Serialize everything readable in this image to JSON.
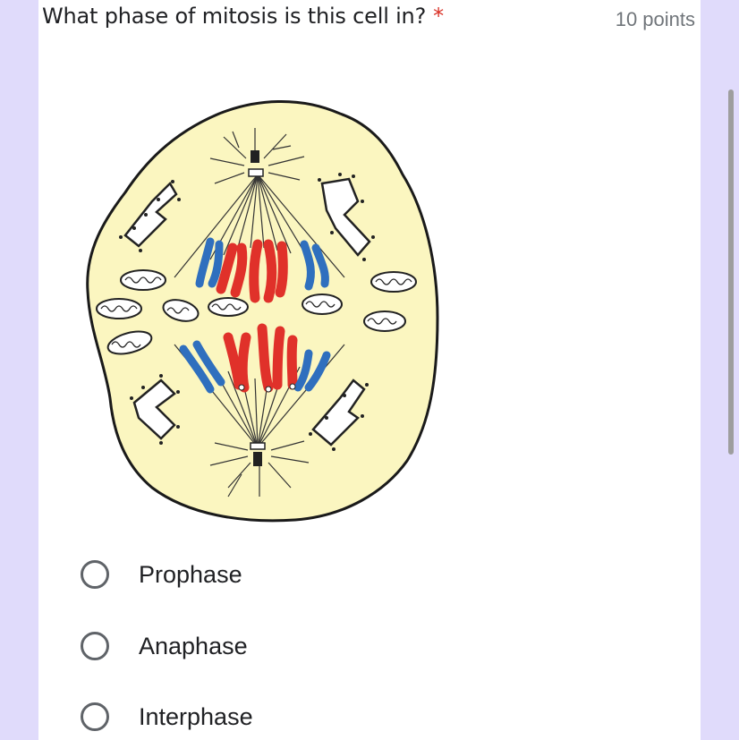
{
  "question": {
    "title": "What phase of mitosis is this cell in?",
    "required_mark": "*",
    "points": "10 points"
  },
  "options": [
    {
      "label": "Prophase"
    },
    {
      "label": "Anaphase"
    },
    {
      "label": "Interphase"
    }
  ],
  "colors": {
    "background": "#e0dbfb",
    "cell_fill": "#fbf6c0",
    "chromosome_red": "#e0312a",
    "chromosome_blue": "#2f6fbe",
    "required_star": "#d93025"
  }
}
